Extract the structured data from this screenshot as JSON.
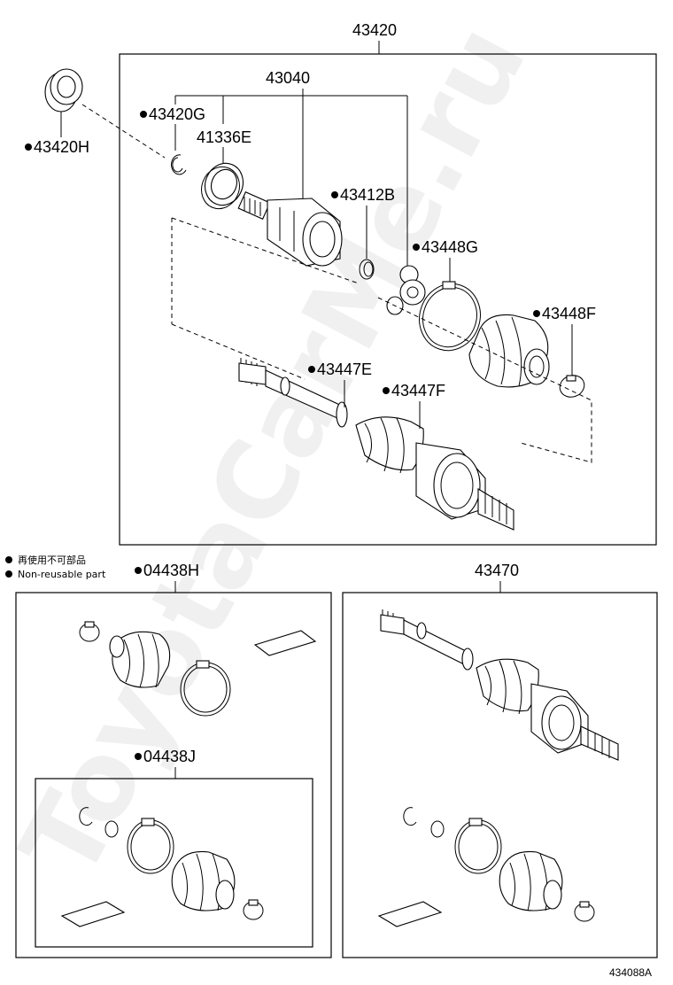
{
  "labels": {
    "assembly": "43420",
    "outer_joint": "43040",
    "part_43420G": "43420G",
    "part_41336E": "41336E",
    "part_43412B": "43412B",
    "part_43448G": "43448G",
    "part_43448F": "43448F",
    "part_43420H": "43420H",
    "part_43447E": "43447E",
    "part_43447F": "43447F",
    "kit_04438H": "04438H",
    "kit_04438J": "04438J",
    "shaft_43470": "43470"
  },
  "legend": {
    "line_jp": "再使用不可部品",
    "line_en": "Non-reusable part"
  },
  "figure_id": "434088A",
  "watermark": "ToyotaCarMe.ru"
}
